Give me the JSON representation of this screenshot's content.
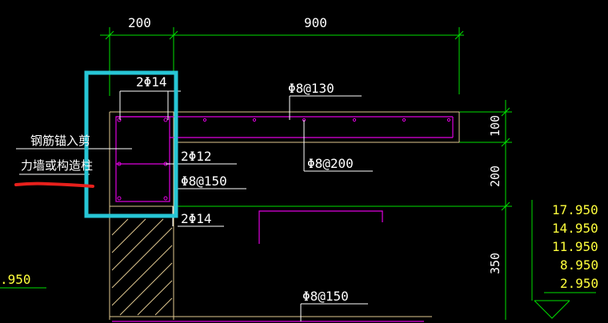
{
  "dimensions": {
    "top": [
      "200",
      "900"
    ],
    "right": [
      "100",
      "200",
      "350"
    ]
  },
  "rebar_labels": {
    "top_bars": "2Φ14",
    "slab_top": "Φ8@130",
    "slab_bottom": "Φ8@200",
    "middle_bars": "2Φ12",
    "stirrup": "Φ8@150",
    "bottom_bars": "2Φ14",
    "lower_stirrup": "Φ8@150"
  },
  "annotation": {
    "line1": "钢筋锚入剪",
    "line2": "力墙或构造柱"
  },
  "elevations": [
    "17.950",
    "14.950",
    "11.950",
    "8.950",
    "2.950"
  ],
  "left_elevation": ".950",
  "colors": {
    "background": "#000000",
    "green_lines": "#00e000",
    "concrete": "#e0c890",
    "rebar": "#e000e0",
    "highlight_box": "#27c6d6",
    "red_underline": "#e8201c",
    "elevation_text": "#ffff3c",
    "label_text": "#ffffff"
  }
}
